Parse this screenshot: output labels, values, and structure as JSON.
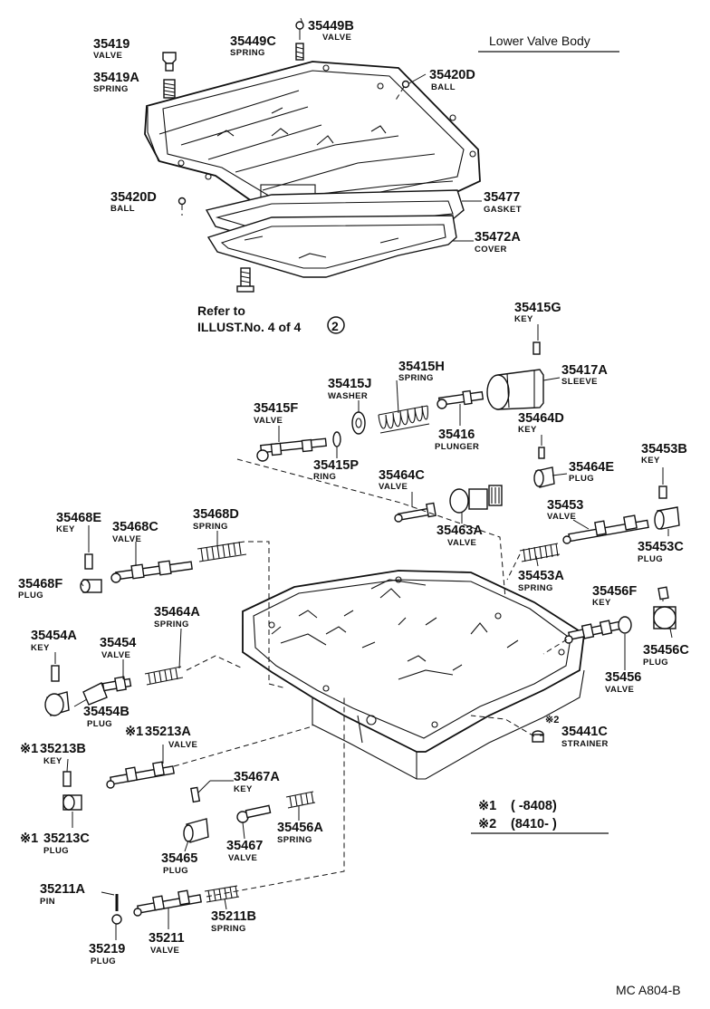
{
  "title": "Lower Valve Body",
  "footer_code": "MC A804-B",
  "refer_note": {
    "line1": "Refer to",
    "line2": "ILLUST.No. 4 of 4",
    "circled": "2"
  },
  "notes": [
    {
      "mark": "※1",
      "range": "(        -8408)"
    },
    {
      "mark": "※2",
      "range": "(8410-        )"
    }
  ],
  "parts": {
    "p35419": {
      "number": "35419",
      "name": "VALVE"
    },
    "p35419a": {
      "number": "35419A",
      "name": "SPRING"
    },
    "p35449b": {
      "number": "35449B",
      "name": "VALVE"
    },
    "p35449c": {
      "number": "35449C",
      "name": "SPRING"
    },
    "p35420d_top": {
      "number": "35420D",
      "name": "BALL"
    },
    "p35420d_left": {
      "number": "35420D",
      "name": "BALL"
    },
    "p35477": {
      "number": "35477",
      "name": "GASKET"
    },
    "p35472a": {
      "number": "35472A",
      "name": "COVER"
    },
    "p35415g": {
      "number": "35415G",
      "name": "KEY"
    },
    "p35415h": {
      "number": "35415H",
      "name": "SPRING"
    },
    "p35417a": {
      "number": "35417A",
      "name": "SLEEVE"
    },
    "p35415j": {
      "number": "35415J",
      "name": "WASHER"
    },
    "p35415f": {
      "number": "35415F",
      "name": "VALVE"
    },
    "p35416": {
      "number": "35416",
      "name": "PLUNGER"
    },
    "p35415p": {
      "number": "35415P",
      "name": "RING"
    },
    "p35464d": {
      "number": "35464D",
      "name": "KEY"
    },
    "p35464e": {
      "number": "35464E",
      "name": "PLUG"
    },
    "p35453b": {
      "number": "35453B",
      "name": "KEY"
    },
    "p35464c": {
      "number": "35464C",
      "name": "VALVE"
    },
    "p35463a": {
      "number": "35463A",
      "name": "VALVE"
    },
    "p35453": {
      "number": "35453",
      "name": "VALVE"
    },
    "p35453c": {
      "number": "35453C",
      "name": "PLUG"
    },
    "p35453a": {
      "number": "35453A",
      "name": "SPRING"
    },
    "p35468e": {
      "number": "35468E",
      "name": "KEY"
    },
    "p35468c": {
      "number": "35468C",
      "name": "VALVE"
    },
    "p35468d": {
      "number": "35468D",
      "name": "SPRING"
    },
    "p35468f": {
      "number": "35468F",
      "name": "PLUG"
    },
    "p35456f": {
      "number": "35456F",
      "name": "KEY"
    },
    "p35456c": {
      "number": "35456C",
      "name": "PLUG"
    },
    "p35464a": {
      "number": "35464A",
      "name": "SPRING"
    },
    "p35454a": {
      "number": "35454A",
      "name": "KEY"
    },
    "p35454": {
      "number": "35454",
      "name": "VALVE"
    },
    "p35454b": {
      "number": "35454B",
      "name": "PLUG"
    },
    "p35456": {
      "number": "35456",
      "name": "VALVE"
    },
    "p35213a": {
      "mark": "※1",
      "number": "35213A",
      "name": "VALVE"
    },
    "p35213b": {
      "mark": "※1",
      "number": "35213B",
      "name": "KEY"
    },
    "p35441c": {
      "mark": "※2",
      "number": "35441C",
      "name": "STRAINER"
    },
    "p35467a": {
      "number": "35467A",
      "name": "KEY"
    },
    "p35213c": {
      "mark": "※1",
      "number": "35213C",
      "name": "PLUG"
    },
    "p35456a": {
      "number": "35456A",
      "name": "SPRING"
    },
    "p35465": {
      "number": "35465",
      "name": "PLUG"
    },
    "p35467": {
      "number": "35467",
      "name": "VALVE"
    },
    "p35211a": {
      "number": "35211A",
      "name": "PIN"
    },
    "p35211b": {
      "number": "35211B",
      "name": "SPRING"
    },
    "p35219": {
      "number": "35219",
      "name": "PLUG"
    },
    "p35211": {
      "number": "35211",
      "name": "VALVE"
    }
  }
}
